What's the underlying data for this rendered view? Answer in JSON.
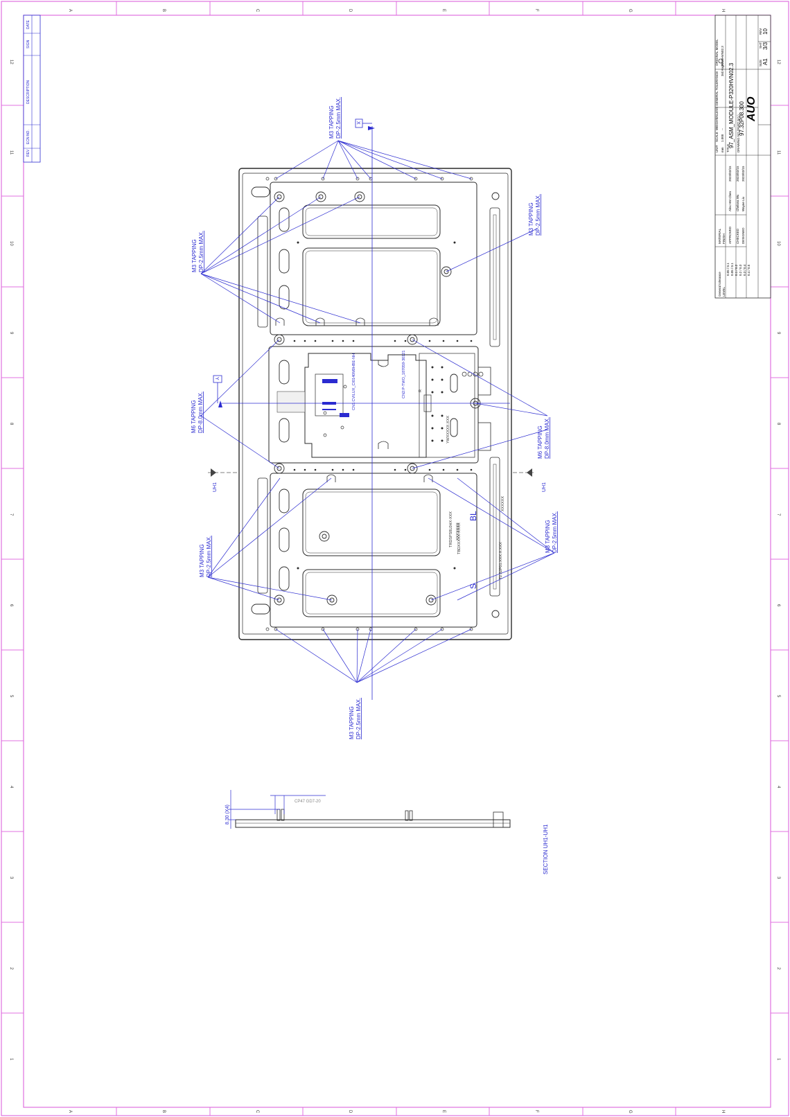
{
  "colors": {
    "border": "#e070e0",
    "annotation": "#2b2bd0",
    "part": "#2a2a2a"
  },
  "zones": {
    "top_letters": [
      "A",
      "B",
      "C",
      "D",
      "E",
      "F",
      "G",
      "H"
    ],
    "left_numbers": [
      "12",
      "11",
      "10",
      "9",
      "8",
      "7",
      "6",
      "5",
      "4",
      "3",
      "2",
      "1"
    ],
    "right_numbers": [
      "12",
      "11",
      "10",
      "9",
      "8",
      "7",
      "6",
      "5",
      "4",
      "3",
      "2",
      "1"
    ]
  },
  "revision_table": {
    "headers": [
      "REV",
      "ECN NO.",
      "DESCRIPTION",
      "SIGN",
      "DATE"
    ]
  },
  "callouts": {
    "top": {
      "line1": "M3 TAPPING",
      "line2": "DP-2.5mm MAX."
    },
    "upper_left": {
      "line1": "M3 TAPPING",
      "line2": "DP-2.5mm MAX."
    },
    "upper_right": {
      "line1": "M3 TAPPING",
      "line2": "DP-2.5mm MAX."
    },
    "m6_left": {
      "line1": "M6 TAPPING",
      "line2": "DP-8.0mm MAX."
    },
    "m6_right": {
      "line1": "M6 TAPPING",
      "line2": "DP-8.0mm MAX."
    },
    "lower_left": {
      "line1": "M3 TAPPING",
      "line2": "DP-2.5mm MAX."
    },
    "lower_right": {
      "line1": "M3 TAPPING",
      "line2": "DP-2.5mm MAX."
    },
    "bottom": {
      "line1": "M3 TAPPING",
      "line2": "DP-2.5mm MAX."
    }
  },
  "datums": {
    "x": "X",
    "y": "Y"
  },
  "section_marks": {
    "left": "UH1",
    "right": "UH1"
  },
  "part_labels": {
    "cn1": "CN1:CVILUX_CI0140M0HBE-NH",
    "cn2": "CN2:P-TWO_187059-30121",
    "lot": "YWXXXXX-XXX",
    "barcode": "TBDXXXXX-XXXX",
    "xxx1": "TRDSPS8L0HX-XXX",
    "xxx2": "XXXXXXX",
    "bl": "BL",
    "label2": "72.32P01.XXX.X.XXX",
    "label3": "XXXXXX",
    "s": "S",
    "r": "R"
  },
  "section": {
    "dimension": "8.30 (X4)",
    "note": "CP47 GD7-20",
    "title": "SECTION  UH1-UH1"
  },
  "title_block": {
    "general_tolerance": "General tolerance",
    "level": "LEVEL",
    "tolerance_rows": [
      "0.05 / 0.1",
      "0.05 / 0.1",
      "0.1 / 0.2",
      "0.2 / 0.3",
      "0.3 / 0.4",
      "0.4 / 0.5"
    ],
    "material_label": "MATERIAL",
    "finish_label": "FINISH",
    "approved_label": "APPROVED",
    "checked_label": "CHECKED",
    "designed_label": "DESIGNED",
    "approved_by": "Alex HM Chen",
    "checked_by": "Chelsea Wu",
    "designed_by": "Wayne Liu",
    "date1": "2023/02/15",
    "date2": "2023/02/15",
    "date3": "2023/02/15",
    "unit_label": "UNIT",
    "unit": "mm",
    "scale_label": "SCALE",
    "scale": "1.000",
    "weight_label": "WEIGHT",
    "weight": "--",
    "tolerance_label": "UNLESS GENERAL TOLERANCE",
    "projection": "3rd Angle",
    "original_model_label": "ORIGINAL MODEL",
    "original_model": "P320HVN02.3",
    "title_label": "TITLE",
    "title": "97_ASM_MODULE-P320HVN02.3",
    "drawing_no_label": "DRAWING NO.(PART NO.)",
    "drawing_no": "97.32P08.300",
    "size_label": "SIZE",
    "size": "A1",
    "sheet_label": "SHT",
    "sheet": "3/3",
    "rev_label": "REV",
    "rev": "10",
    "company": "AUO"
  }
}
